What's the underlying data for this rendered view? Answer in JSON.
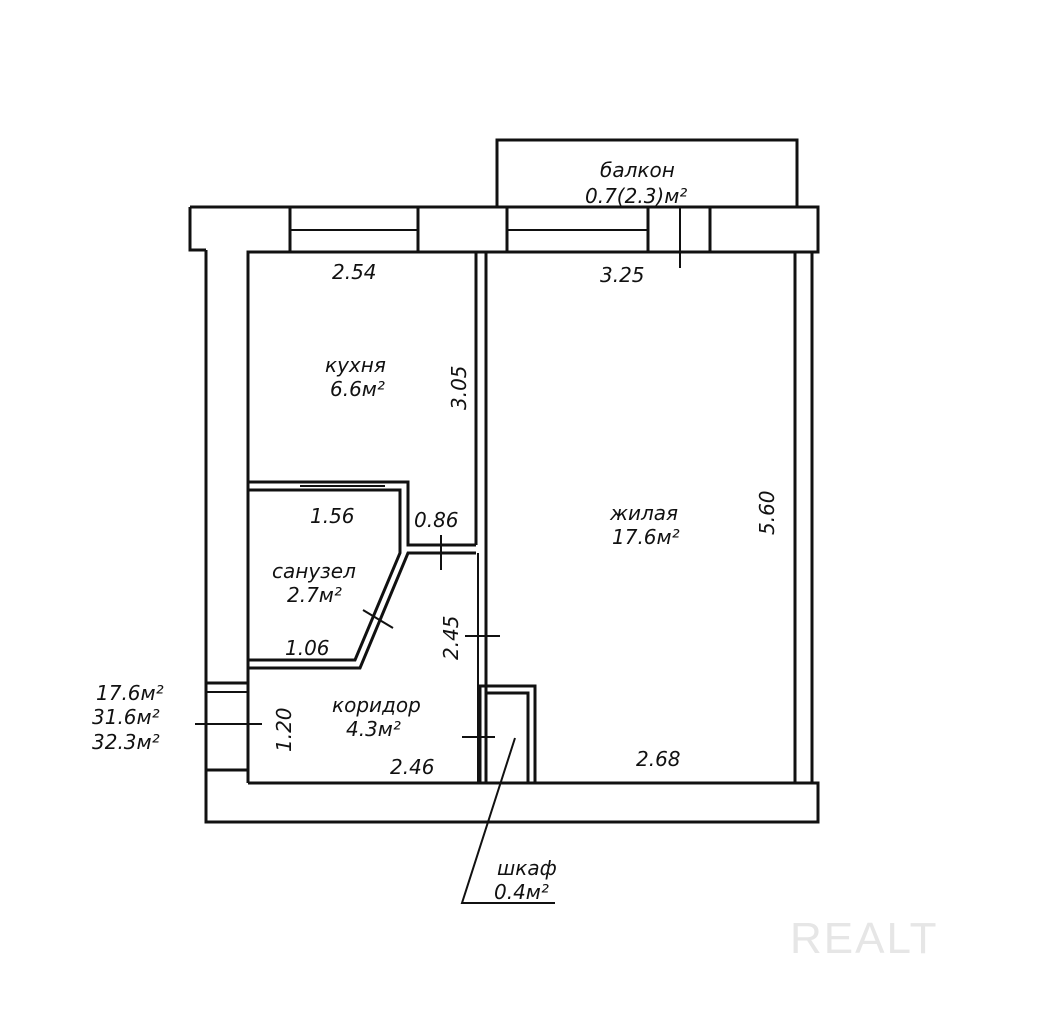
{
  "rooms": {
    "balcony": {
      "name": "балкон",
      "area": "0.7(2.3)м²"
    },
    "kitchen": {
      "name": "кухня",
      "area": "6.6м²"
    },
    "living": {
      "name": "жилая",
      "area": "17.6м²"
    },
    "bathroom": {
      "name": "санузел",
      "area": "2.7м²"
    },
    "corridor": {
      "name": "коридор",
      "area": "4.3м²"
    },
    "closet": {
      "name": "шкаф",
      "area": "0.4м²"
    }
  },
  "dimensions": {
    "kitchen_width": "2.54",
    "living_width": "3.25",
    "kitchen_depth": "3.05",
    "living_depth": "5.60",
    "bath_top": "1.56",
    "bath_bottom": "1.06",
    "passage": "0.86",
    "corridor_height": "2.45",
    "entry": "1.20",
    "corridor_width": "2.46",
    "living_bottom": "2.68"
  },
  "totals": [
    "17.6м²",
    "31.6м²",
    "32.3м²"
  ],
  "watermark": "REALT"
}
